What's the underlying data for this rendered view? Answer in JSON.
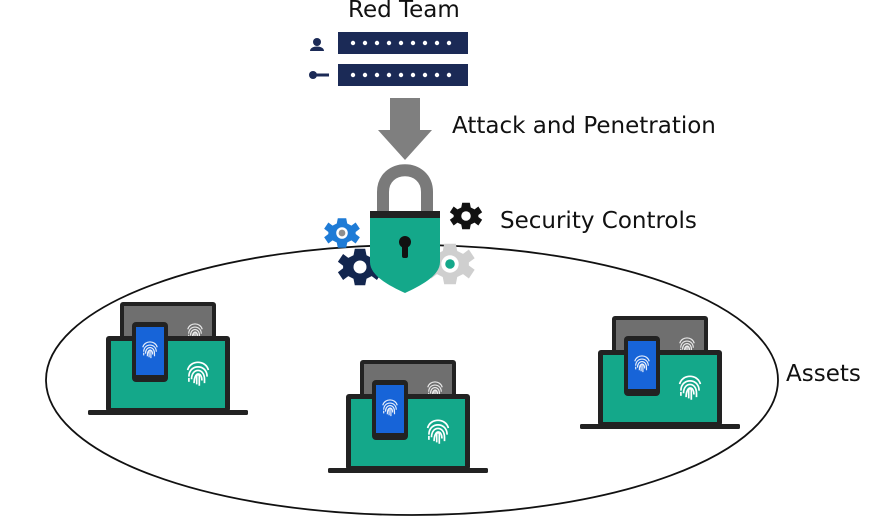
{
  "diagram": {
    "title": "Red Team",
    "attack_label": "Attack and Penetration",
    "controls_label": "Security Controls",
    "assets_label": "Assets",
    "credentials": [
      {
        "icon": "user-icon",
        "masked_value": "•••••••••"
      },
      {
        "icon": "key-icon",
        "masked_value": "•••••••••"
      }
    ],
    "devices": [
      {
        "name": "asset-device-group-1"
      },
      {
        "name": "asset-device-group-2"
      },
      {
        "name": "asset-device-group-3"
      }
    ],
    "colors": {
      "navy": "#1b2a56",
      "teal": "#14a88a",
      "gray_arrow": "#7f7f7f",
      "gear_blue": "#1e7bd6",
      "gear_dark": "#13264e",
      "gear_light": "#cfcfcf",
      "phone_blue": "#1764d8",
      "laptop_gray": "#6f6f6f"
    }
  }
}
